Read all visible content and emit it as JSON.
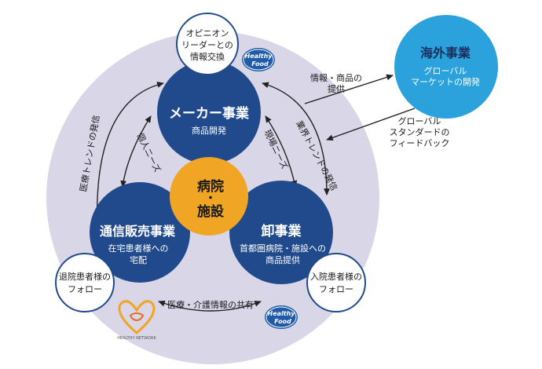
{
  "colors": {
    "outer_ring": "#d9d6e8",
    "business_circle": "#214a8c",
    "hospital_circle": "#f0a524",
    "global_circle": "#2ba2dc",
    "white": "#ffffff",
    "text_dark": "#1a1a1a",
    "arrow": "#222222",
    "badge_bg": "#1f5ba8"
  },
  "maker": {
    "title": "メーカー事業",
    "subtitle": "商品開発"
  },
  "mail_order": {
    "title": "通信販売事業",
    "subtitle_line1": "在宅患者様への",
    "subtitle_line2": "宅配"
  },
  "wholesale": {
    "title": "卸事業",
    "subtitle_line1": "首都圏病院・施設への",
    "subtitle_line2": "商品提供"
  },
  "hospital": {
    "line1": "病院",
    "dot": "・",
    "line2": "施設"
  },
  "global": {
    "title": "海外事業",
    "subtitle_line1": "グローバル",
    "subtitle_line2": "マーケットの開発"
  },
  "opinion": {
    "line1": "オピニオン",
    "line2": "リーダーとの",
    "line3": "情報交換"
  },
  "discharged": {
    "line1": "退院患者様の",
    "line2": "フォロー"
  },
  "admitted": {
    "line1": "入院患者様の",
    "line2": "フォロー"
  },
  "arrows": {
    "personal_needs": "個人ニーズ",
    "field_needs": "現場ニーズ",
    "medical_trend": "医療トレンドの発信",
    "industry_trend": "業界トレンドの発信",
    "care_sharing": "医療・介護情報の共有",
    "info_line1": "情報・商品の",
    "info_line2": "提供",
    "feedback_line1": "グローバル",
    "feedback_line2": "スタンダードの",
    "feedback_line3": "フィードバック"
  },
  "logos": {
    "healthy_food": {
      "line1": "Healthy",
      "line2": "Food"
    },
    "healthy_network": "HEALTHY NETWORK"
  }
}
